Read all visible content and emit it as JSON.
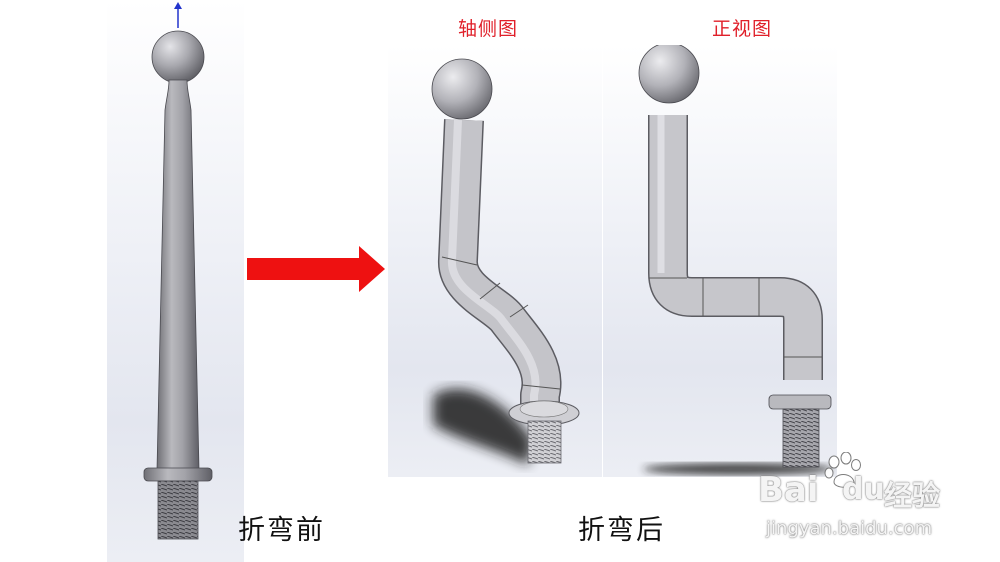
{
  "views": {
    "iso_title": "轴侧图",
    "front_title": "正视图"
  },
  "captions": {
    "before": "折弯前",
    "after": "折弯后"
  },
  "watermark": {
    "brand_bai": "Bai",
    "brand_du": "du",
    "brand_cn": "经验",
    "url": "jingyan.baidu.com"
  },
  "colors": {
    "arrow": "#ee1111",
    "title": "#e0202a",
    "part_metal": "#a6a6ac"
  },
  "icons": [
    "paw-icon",
    "axis-indicator-icon",
    "right-arrow-icon"
  ]
}
